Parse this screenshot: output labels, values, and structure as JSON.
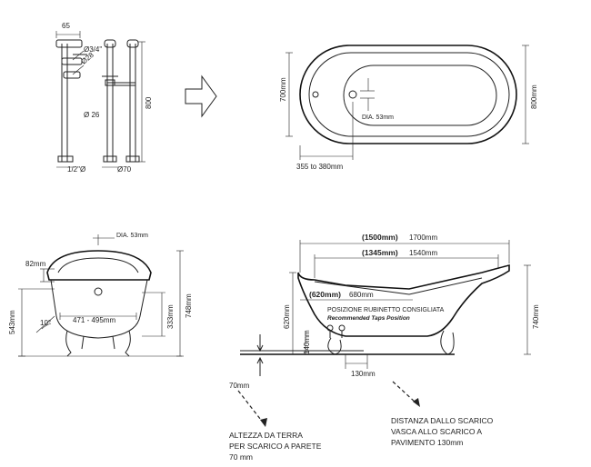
{
  "faucet_view": {
    "width_65": "65",
    "dia_34": "Ø3/4\"",
    "dia_28": "Ø28",
    "dia_26": "Ø 26",
    "height_800": "800",
    "pipe_12": "1/2\"Ø",
    "dia_70": "Ø70"
  },
  "plan_view": {
    "width_700": "700mm",
    "width_800": "800mm",
    "drain_dia": "DIA. 53mm",
    "offset": "355 to 380mm"
  },
  "end_view": {
    "drain_dia": "DIA. 53mm",
    "rim_82": "82mm",
    "height_543": "543mm",
    "height_748": "748mm",
    "depth_333": "333mm",
    "base_width": "471 - 495mm",
    "angle": "10°"
  },
  "side_view": {
    "len_1500": "(1500mm)",
    "len_1700": "1700mm",
    "len_1345": "(1345mm)",
    "len_1540": "1540mm",
    "len_620": "(620mm)",
    "len_680": "680mm",
    "tap_note_it": "POSIZIONE RUBINETTO CONSIGLIATA",
    "tap_note_en": "Recommended Taps Position",
    "height_620": "620mm",
    "height_740": "740mm",
    "height_140": "140mm",
    "height_70": "70mm",
    "drain_130": "130mm",
    "caption_wall": [
      "ALTEZZA DA TERRA",
      "PER SCARICO A PARETE",
      "70 mm"
    ],
    "caption_floor": [
      "DISTANZA DALLO SCARICO",
      "VASCA ALLO SCARICO A",
      "PAVIMENTO 130mm"
    ]
  }
}
